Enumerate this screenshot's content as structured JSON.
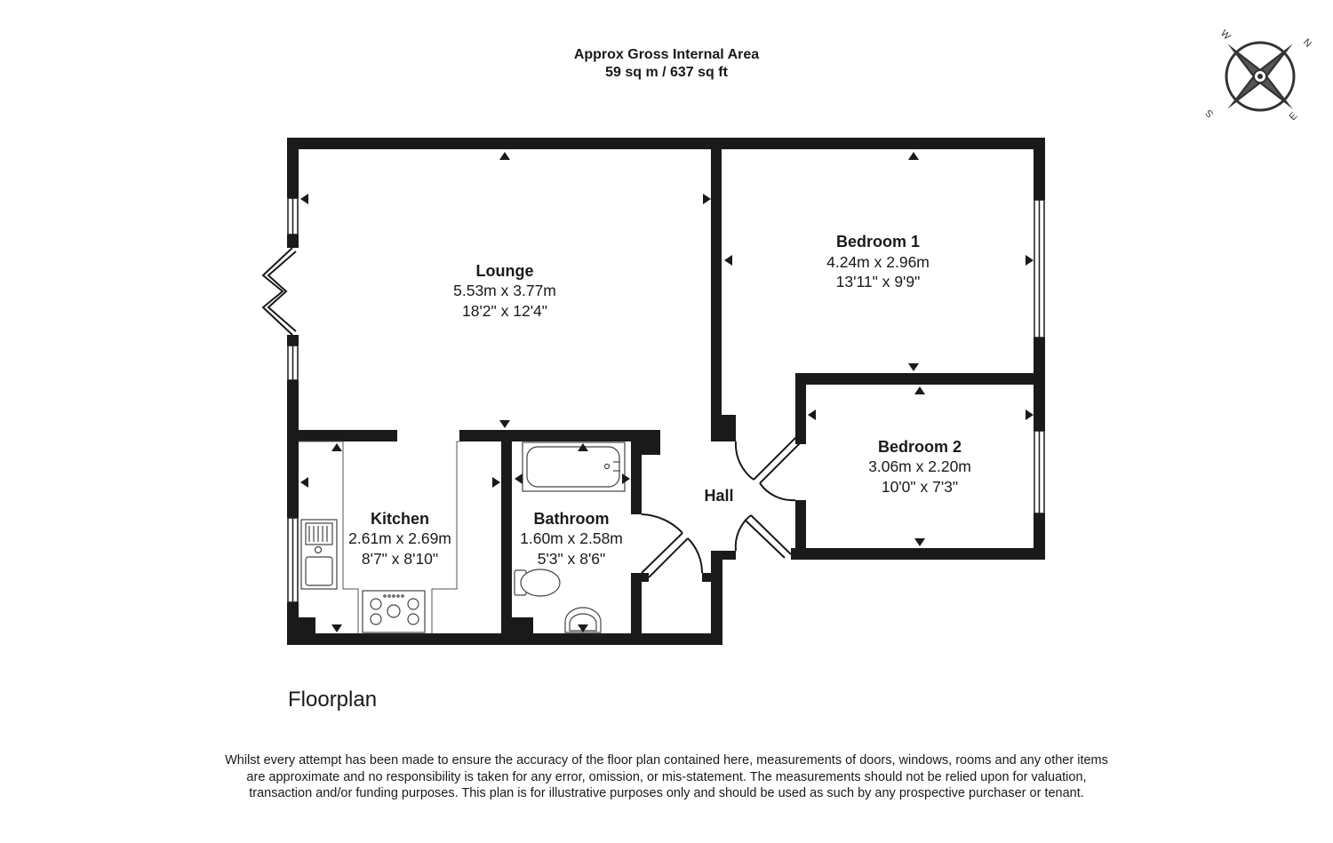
{
  "header": {
    "area_label": "Approx Gross Internal Area",
    "area_value": "59 sq m / 637 sq ft"
  },
  "compass": {
    "n": "N",
    "e": "E",
    "s": "S",
    "w": "W"
  },
  "rooms": {
    "lounge": {
      "name": "Lounge",
      "metric": "5.53m x 3.77m",
      "imperial": "18'2\" x 12'4\""
    },
    "bedroom1": {
      "name": "Bedroom 1",
      "metric": "4.24m x 2.96m",
      "imperial": "13'11\" x 9'9\""
    },
    "bedroom2": {
      "name": "Bedroom 2",
      "metric": "3.06m x 2.20m",
      "imperial": "10'0\" x 7'3\""
    },
    "kitchen": {
      "name": "Kitchen",
      "metric": "2.61m x 2.69m",
      "imperial": "8'7\" x 8'10\""
    },
    "bathroom": {
      "name": "Bathroom",
      "metric": "1.60m x 2.58m",
      "imperial": "5'3\" x 8'6\""
    },
    "hall": {
      "name": "Hall"
    }
  },
  "floor_label": "Floorplan",
  "disclaimer": "Whilst every attempt has been made to ensure the accuracy of the floor plan contained here, measurements of doors, windows, rooms and any other items are approximate and no responsibility is taken for any error, omission, or mis-statement. The measurements should not be relied upon for valuation, transaction and/or funding purposes. This plan is for illustrative purposes only and should be used as such by any prospective purchaser or tenant.",
  "colors": {
    "wall": "#1a1a1a",
    "fixture": "#444444"
  }
}
